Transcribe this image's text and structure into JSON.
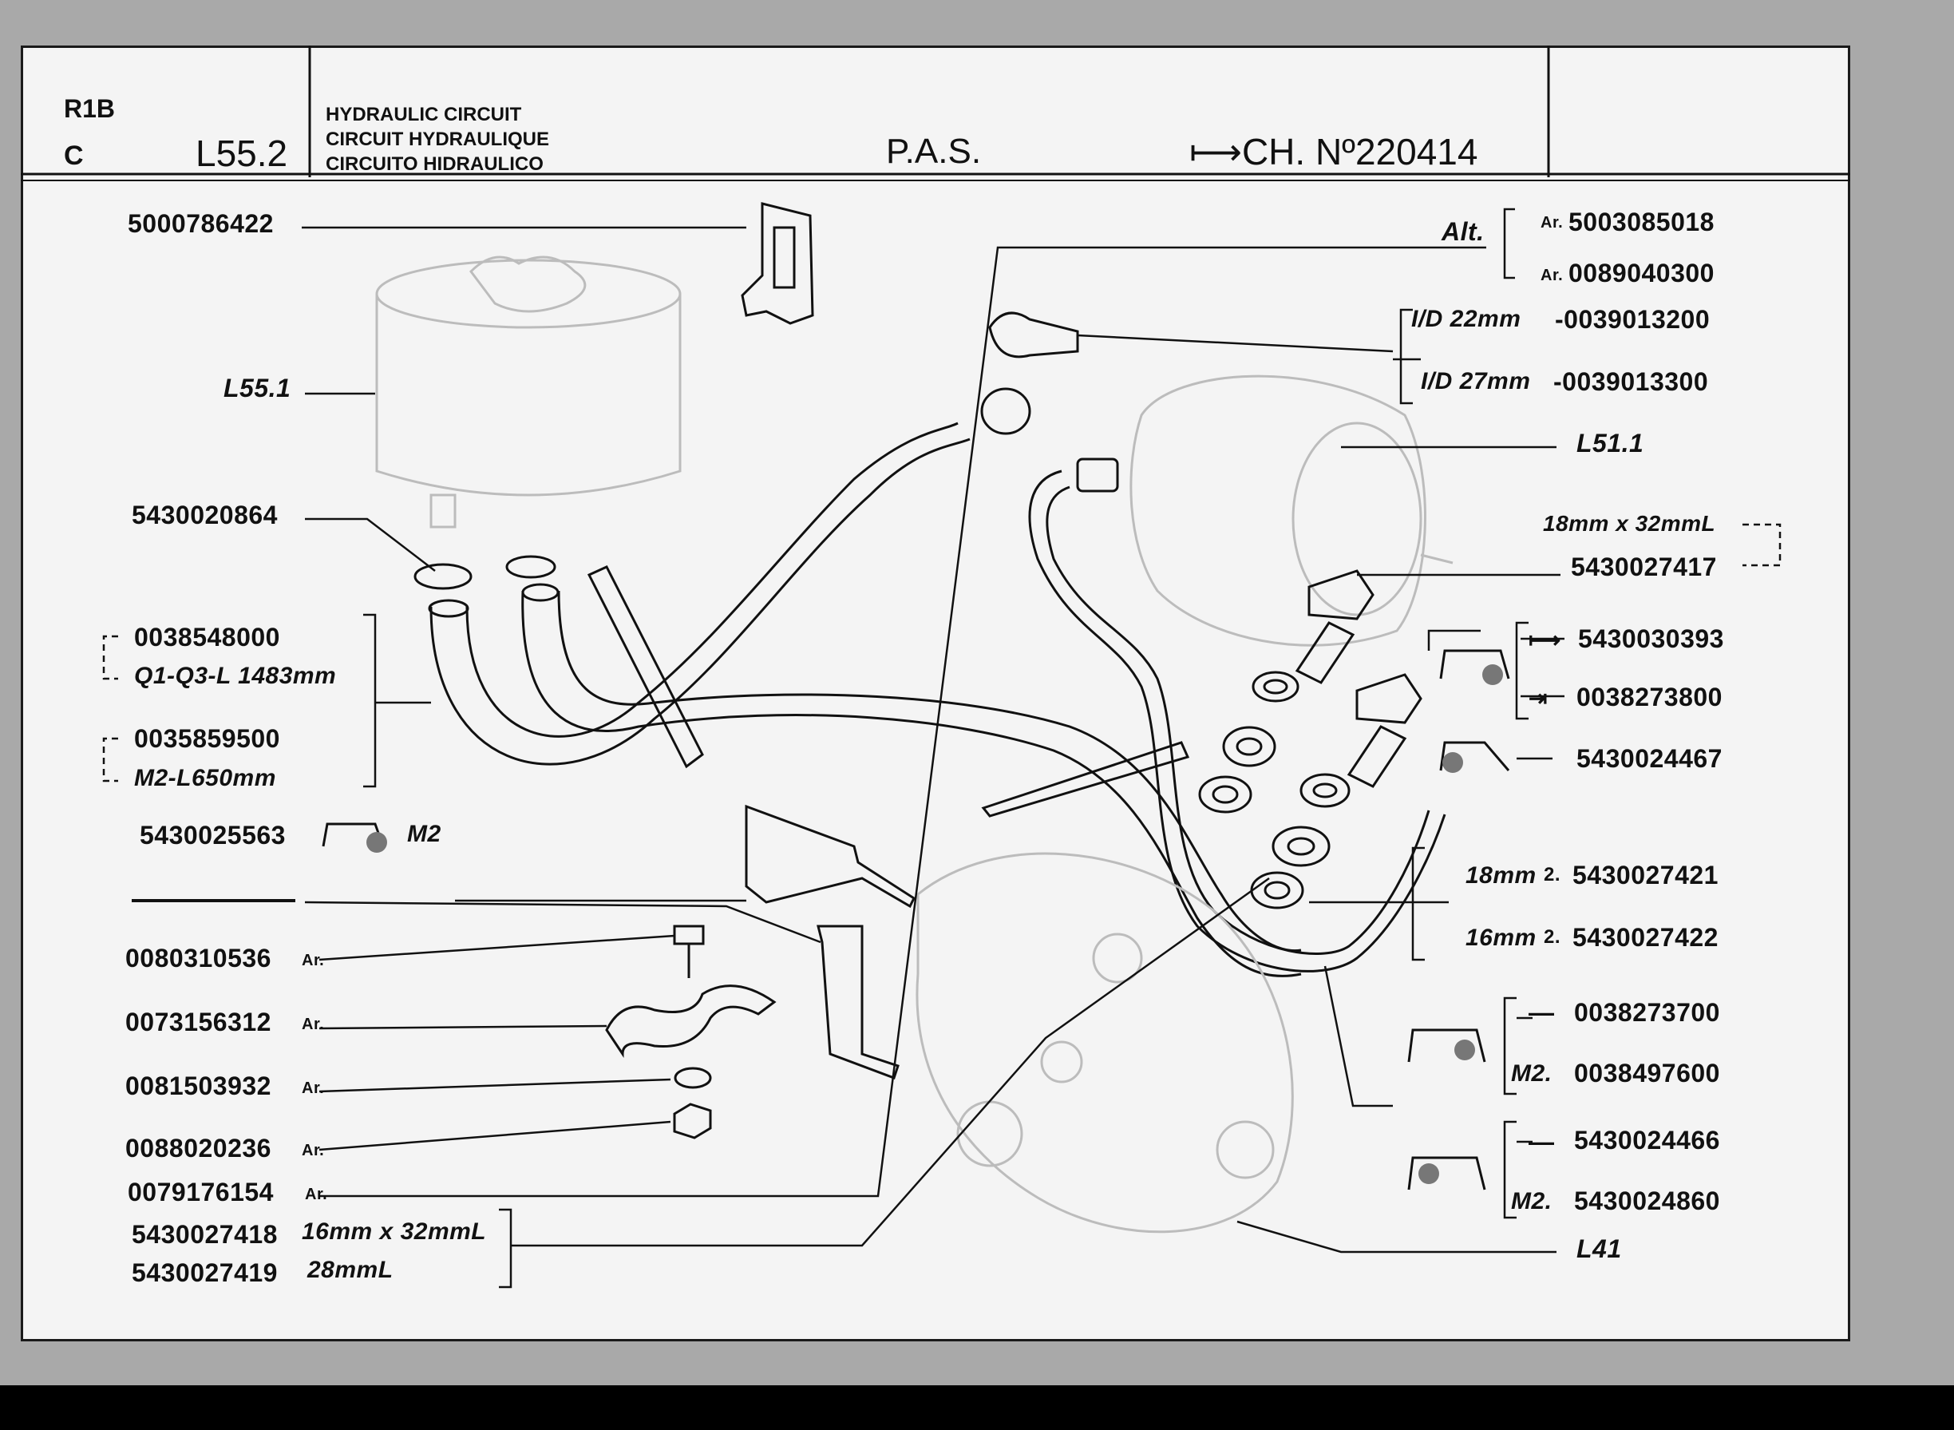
{
  "header": {
    "model_line1": "R1B",
    "model_line2": "C",
    "page_code": "L55.2",
    "titles": [
      "HYDRAULIC CIRCUIT",
      "CIRCUIT HYDRAULIQUE",
      "CIRCUITO HIDRAULICO"
    ],
    "system": "P.A.S.",
    "chassis": "⟼CH. Nº220414"
  },
  "left_labels": {
    "bracket_top": "5000786422",
    "ref_l551": "L55.1",
    "clip": "5430020864",
    "hose1_part": "0038548000",
    "hose1_spec": "Q1-Q3-L 1483mm",
    "hose2_part": "0035859500",
    "hose2_spec": "M2-L650mm",
    "clamp_part": "5430025563",
    "clamp_m2": "M2",
    "bolt": "0080310536",
    "strap": "0073156312",
    "washer": "0081503932",
    "nut": "0088020236",
    "bracket": "0079176154",
    "tie1_part": "5430027418",
    "tie1_spec": "16mm x 32mmL",
    "tie2_part": "5430027419",
    "tie2_spec": "28mmL",
    "ar": "Ar."
  },
  "right_labels": {
    "alt": "Alt.",
    "alt1": "5003085018",
    "alt2": "0089040300",
    "id22_spec": "I/D 22mm",
    "id22_part": "-0039013200",
    "id27_spec": "I/D 27mm",
    "id27_part": "-0039013300",
    "ref_l511": "L51.1",
    "union_spec": "18mm x 32mmL",
    "union_part": "5430027417",
    "arrow1": "5430030393",
    "arrow2": "0038273800",
    "clip_part": "5430024467",
    "seal18_spec": "18mm",
    "seal18_qty": "2.",
    "seal18_part": "5430027421",
    "seal16_spec": "16mm",
    "seal16_qty": "2.",
    "seal16_part": "5430027422",
    "clipA1": "0038273700",
    "clipA_m2": "M2.",
    "clipA2": "0038497600",
    "clipB1": "5430024466",
    "clipB_m2": "M2.",
    "clipB2": "5430024860",
    "ref_l41": "L41",
    "dash": "—"
  }
}
